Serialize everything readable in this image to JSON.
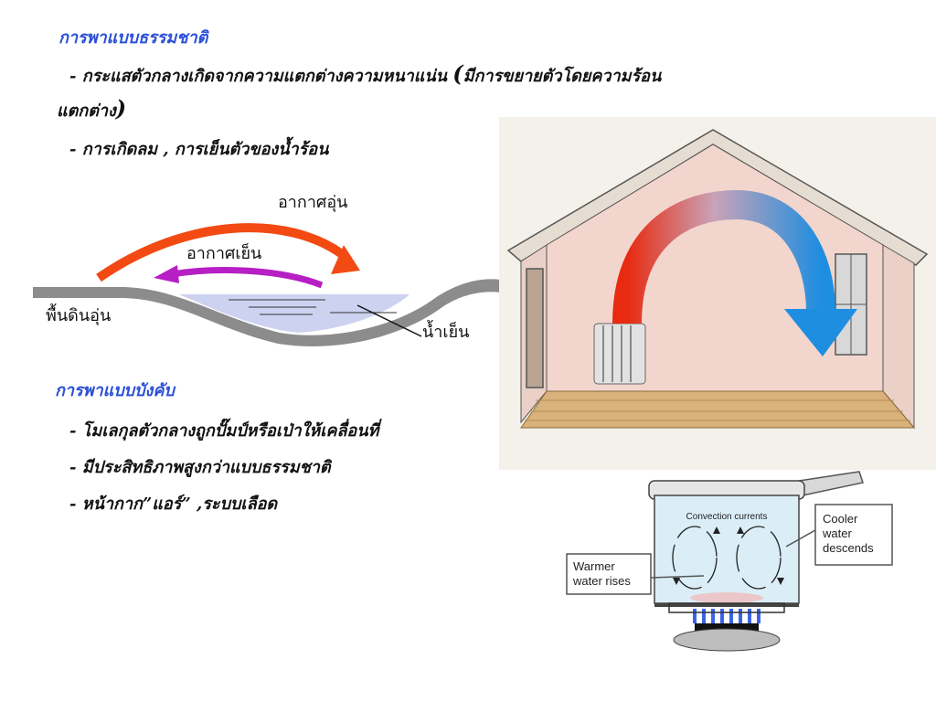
{
  "natural": {
    "heading": "การพาแบบธรรมชาติ",
    "line1": "- กระแสตัวกลางเกิดจากความแตกต่างความหนาแน่น",
    "line1_paren": "(",
    "line1_tail": "มีการขยายตัวโดยความร้อน",
    "line2": "แตกต่าง",
    "line2_paren": ")",
    "line3": "- การเกิดลม ,  การเย็นตัวของน้ำร้อน"
  },
  "wind_diagram": {
    "warm_air": "อากาศอุ่น",
    "cool_air": "อากาศเย็น",
    "warm_ground": "พื้นดินอุ่น",
    "cool_water": "น้ำเย็น"
  },
  "forced": {
    "heading": "การพาแบบบังคับ",
    "items": [
      "- โมเลกุลตัวกลางถูกปั๊มป์หรือเป่าให้เคลื่อนที่",
      "-  มีประสิทธิภาพสูงกว่าแบบธรรมชาติ",
      "- หน้ากาก”แอร์”   ,ระบบเลือด"
    ]
  },
  "pot_diagram": {
    "convection": "Convection currents",
    "warmer_line1": "Warmer",
    "warmer_line2": "water rises",
    "cooler_line1": "Cooler",
    "cooler_line2": "water",
    "cooler_line3": "descends"
  },
  "colors": {
    "heading_blue": "#2a4fd8",
    "warm_arrow": "#f24a12",
    "cool_arrow": "#b61fc4",
    "house_arrow_start": "#e82a10",
    "house_arrow_end": "#1e8ee0"
  }
}
